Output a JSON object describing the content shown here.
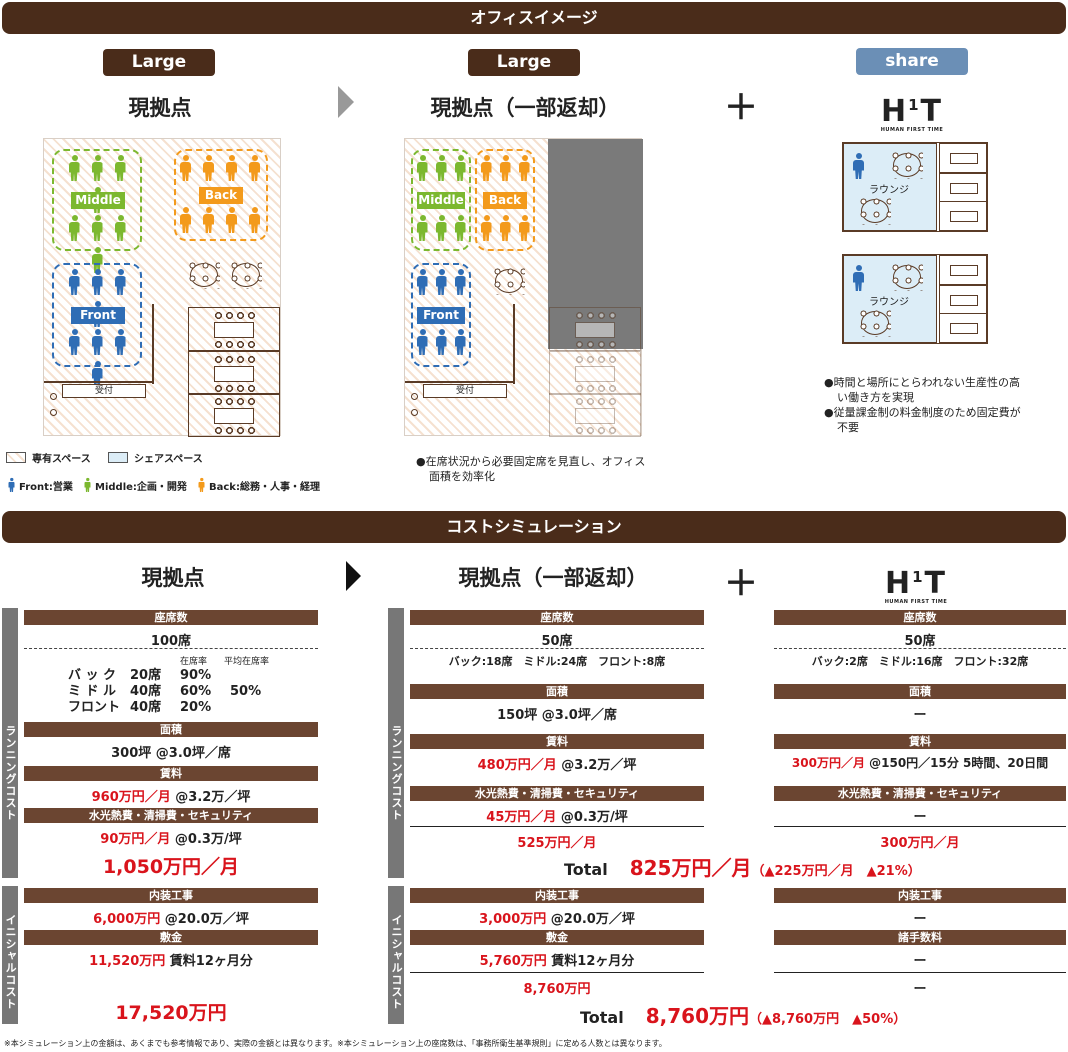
{
  "office_image": {
    "title": "オフィスイメージ"
  },
  "col1": {
    "badge": "Large",
    "title": "現拠点"
  },
  "col2": {
    "badge": "Large",
    "title": "現拠点（一部返却）"
  },
  "col3": {
    "badge": "share",
    "logo": "H1T",
    "logo_sub": "HUMAN FIRST TIME"
  },
  "plus": "＋",
  "plan": {
    "middle": "Middle",
    "back": "Back",
    "front": "Front",
    "reception": "受付",
    "lounge": "ラウンジ"
  },
  "legend": {
    "own": "専有スペース",
    "share": "シェアスペース",
    "front": "Front:営業",
    "middle": "Middle:企画・開発",
    "back": "Back:総務・人事・経理"
  },
  "note_col2": "●在席状況から必要固定席を見直し、オフィス面積を効率化",
  "note_col3": [
    "●時間と場所にとらわれない生産性の高い働き方を実現",
    "●従量課金制の料金制度のため固定費が不要"
  ],
  "cost_sim": {
    "title": "コストシミュレーション"
  },
  "side": {
    "running": "ランニングコスト",
    "initial": "イニシャルコスト"
  },
  "labels": {
    "seats": "座席数",
    "area": "面積",
    "rent": "賃料",
    "utility": "水光熱費・清掃費・セキュリティ",
    "interior": "内装工事",
    "deposit": "敷金",
    "fee": "諸手数料"
  },
  "c1": {
    "seats": "100席",
    "rate_head1": "在席率",
    "rate_head2": "平均在席率",
    "rows": [
      [
        "バ ッ ク",
        "20席",
        "90%",
        ""
      ],
      [
        "ミ ド ル",
        "40席",
        "60%",
        "50%"
      ],
      [
        "フロント",
        "40席",
        "20%",
        ""
      ]
    ],
    "area": "300坪 @3.0坪／席",
    "rent_red": "960万円／月",
    "rent": " @3.2万／坪",
    "util_red": "90万円／月",
    "util": " @0.3万/坪",
    "running_total": "1,050万円／月",
    "interior_red": "6,000万円",
    "interior": " @20.0万／坪",
    "deposit_red": "11,520万円",
    "deposit": " 賃料12ヶ月分",
    "initial_total": "17,520万円"
  },
  "c2": {
    "seats": "50席",
    "seats_sub": "バック:18席　ミドル:24席　フロント:8席",
    "area": "150坪 @3.0坪／席",
    "rent_red": "480万円／月",
    "rent": " @3.2万／坪",
    "util_red": "45万円／月",
    "util": " @0.3万/坪",
    "sub": "525万円／月",
    "interior_red": "3,000万円",
    "interior": " @20.0万／坪",
    "deposit_red": "5,760万円",
    "deposit": " 賃料12ヶ月分",
    "sub2": "8,760万円"
  },
  "c3": {
    "seats": "50席",
    "seats_sub": "バック:2席　ミドル:16席　フロント:32席",
    "area": "ー",
    "rent_red": "300万円／月",
    "rent": " @150円／15分 5時間、20日間",
    "util": "ー",
    "sub": "300万円／月",
    "interior": "ー",
    "fee": "ー",
    "sub2": "ー"
  },
  "total1": {
    "label": "Total",
    "value": "825万円／月",
    "delta": "（▲225万円／月　▲21%）"
  },
  "total2": {
    "label": "Total",
    "value": "8,760万円",
    "delta": "（▲8,760万円　▲50%）"
  },
  "footnote": "※本シミュレーション上の金額は、あくまでも参考情報であり、実際の金額とは異なります。※本シミュレーション上の座席数は、「事務所衛生基準規則」に定める人数とは異なります。",
  "colors": {
    "brown": "#4a2c1a",
    "label": "#6b4531",
    "red": "#d9141c",
    "green": "#7cb82f",
    "orange": "#f39a1b",
    "blue": "#2f6db5",
    "share": "#6b8fb6"
  }
}
